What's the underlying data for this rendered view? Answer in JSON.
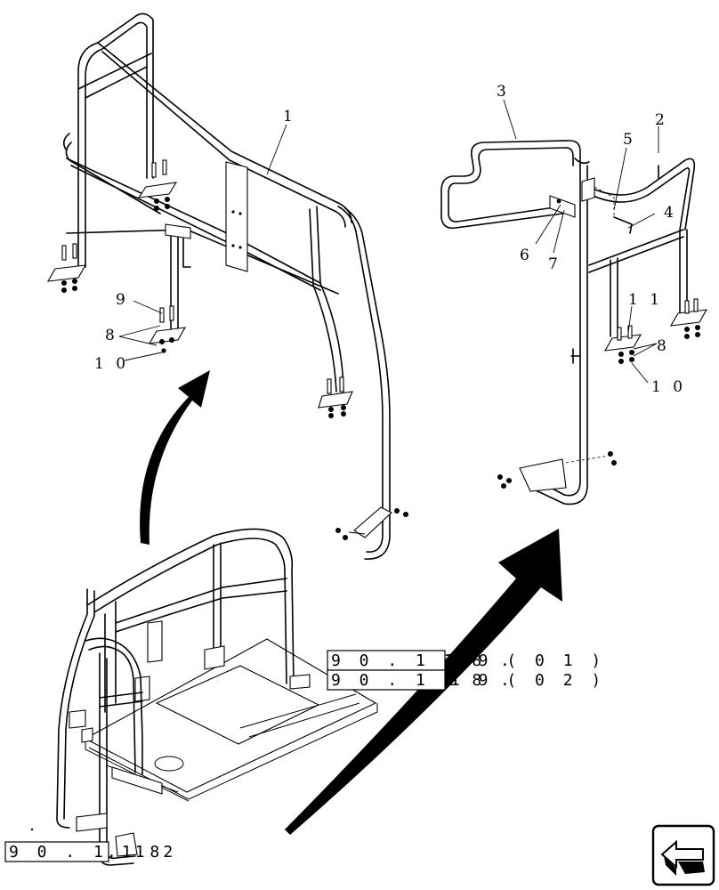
{
  "callouts": {
    "c1": "1",
    "c2": "2",
    "c3": "3",
    "c4": "4",
    "c5": "5",
    "c6": "6",
    "c7": "7",
    "c8_left": "8",
    "c8_right": "8",
    "c9": "9",
    "c10_left": "1 0",
    "c10_right": "1 0",
    "c11": "1 1"
  },
  "references": {
    "ref1_boxed": "9 0 . 1 1 8 .",
    "ref1_tail": "1 9 ( 0 1 )",
    "ref2_boxed": "9 0 . 1 1 8 .",
    "ref2_tail": "1 9 ( 0 2 )",
    "ref3_boxed": "9 0 . 1 1 8",
    "ref3_tail": ". 1 2"
  },
  "icons": {
    "nav": "next-page-arrow-icon"
  }
}
